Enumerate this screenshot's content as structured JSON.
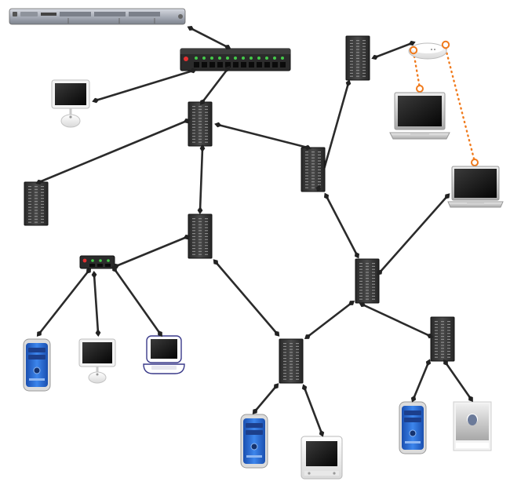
{
  "diagram": {
    "type": "network-topology",
    "nodes": [
      {
        "id": "rack-server",
        "kind": "rack-server-icon"
      },
      {
        "id": "switch-main",
        "kind": "network-switch-icon"
      },
      {
        "id": "imac-1",
        "kind": "imac-icon"
      },
      {
        "id": "tower-central",
        "kind": "server-tower-icon"
      },
      {
        "id": "tower-left",
        "kind": "server-tower-icon"
      },
      {
        "id": "tower-mid",
        "kind": "server-tower-icon"
      },
      {
        "id": "hub-small",
        "kind": "network-hub-icon"
      },
      {
        "id": "tower-right-mid",
        "kind": "server-tower-icon"
      },
      {
        "id": "tower-right-top",
        "kind": "server-tower-icon"
      },
      {
        "id": "wireless-base",
        "kind": "wireless-base-station-icon"
      },
      {
        "id": "powerbook-1",
        "kind": "laptop-icon"
      },
      {
        "id": "powerbook-2",
        "kind": "laptop-icon"
      },
      {
        "id": "tower-hub-right",
        "kind": "server-tower-icon"
      },
      {
        "id": "tower-bottom-mid",
        "kind": "server-tower-icon"
      },
      {
        "id": "tower-bottom-right",
        "kind": "server-tower-icon"
      },
      {
        "id": "powermac-1",
        "kind": "power-mac-icon"
      },
      {
        "id": "imac-2",
        "kind": "imac-icon"
      },
      {
        "id": "ibook",
        "kind": "ibook-icon"
      },
      {
        "id": "powermac-2",
        "kind": "power-mac-icon"
      },
      {
        "id": "emac",
        "kind": "emac-icon"
      },
      {
        "id": "powermac-3",
        "kind": "power-mac-icon"
      },
      {
        "id": "cube",
        "kind": "cube-computer-icon"
      }
    ],
    "links": [
      {
        "from": "rack-server",
        "to": "switch-main",
        "type": "wired"
      },
      {
        "from": "switch-main",
        "to": "imac-1",
        "type": "wired"
      },
      {
        "from": "switch-main",
        "to": "tower-central",
        "type": "wired"
      },
      {
        "from": "tower-central",
        "to": "tower-left",
        "type": "wired"
      },
      {
        "from": "tower-central",
        "to": "tower-mid",
        "type": "wired"
      },
      {
        "from": "tower-central",
        "to": "tower-right-mid",
        "type": "wired"
      },
      {
        "from": "tower-right-mid",
        "to": "tower-right-top",
        "type": "wired"
      },
      {
        "from": "tower-right-top",
        "to": "wireless-base",
        "type": "wired"
      },
      {
        "from": "wireless-base",
        "to": "powerbook-1",
        "type": "wireless"
      },
      {
        "from": "wireless-base",
        "to": "powerbook-2",
        "type": "wireless"
      },
      {
        "from": "tower-right-mid",
        "to": "tower-hub-right",
        "type": "wired"
      },
      {
        "from": "tower-hub-right",
        "to": "powerbook-2",
        "type": "wired"
      },
      {
        "from": "tower-hub-right",
        "to": "tower-bottom-mid",
        "type": "wired"
      },
      {
        "from": "tower-hub-right",
        "to": "tower-bottom-right",
        "type": "wired"
      },
      {
        "from": "tower-mid",
        "to": "hub-small",
        "type": "wired"
      },
      {
        "from": "tower-mid",
        "to": "tower-bottom-mid",
        "type": "wired"
      },
      {
        "from": "hub-small",
        "to": "powermac-1",
        "type": "wired"
      },
      {
        "from": "hub-small",
        "to": "imac-2",
        "type": "wired"
      },
      {
        "from": "hub-small",
        "to": "ibook",
        "type": "wired"
      },
      {
        "from": "tower-bottom-mid",
        "to": "powermac-2",
        "type": "wired"
      },
      {
        "from": "tower-bottom-mid",
        "to": "emac",
        "type": "wired"
      },
      {
        "from": "tower-bottom-right",
        "to": "powermac-3",
        "type": "wired"
      },
      {
        "from": "tower-bottom-right",
        "to": "cube",
        "type": "wired"
      }
    ],
    "colors": {
      "link": "#2b2b2b",
      "wireless": "#f07a1c",
      "server": "#3a3a3a",
      "switch_led": "#44c94a",
      "powermac_blue": "#2e6fd6"
    }
  }
}
